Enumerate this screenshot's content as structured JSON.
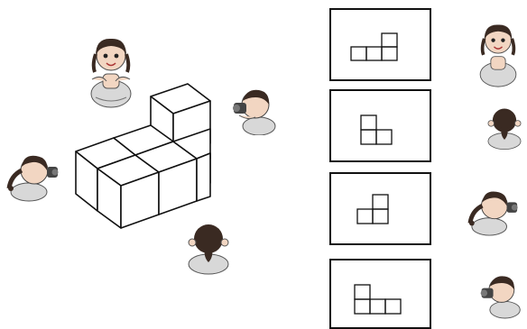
{
  "figure": {
    "cube_solid": {
      "description_free": true
    },
    "observers": [
      {
        "id": "girl-front",
        "icon": "girl-facing-viewer-icon",
        "view": "front"
      },
      {
        "id": "boy-right",
        "icon": "boy-looking-left-icon",
        "view": "right"
      },
      {
        "id": "girl-left",
        "icon": "girl-looking-right-icon",
        "view": "left"
      },
      {
        "id": "girl-back",
        "icon": "girl-back-view-icon",
        "view": "back"
      }
    ],
    "view_panels": [
      {
        "id": "panel-1",
        "pattern": "three-bottom-one-top-right",
        "matched_icon": "girl-facing-viewer-icon"
      },
      {
        "id": "panel-2",
        "pattern": "one-top-two-bottom-left-tall",
        "matched_icon": "girl-back-view-icon"
      },
      {
        "id": "panel-3",
        "pattern": "one-top-right-two-bottom",
        "matched_icon": "girl-looking-right-icon"
      },
      {
        "id": "panel-4",
        "pattern": "three-bottom-one-top-left",
        "matched_icon": "boy-looking-left-icon"
      }
    ],
    "colors": {
      "line": "#111111",
      "skin": "#f2d6c2",
      "hair": "#3a2a22",
      "dress": "#d8d8d8"
    }
  }
}
